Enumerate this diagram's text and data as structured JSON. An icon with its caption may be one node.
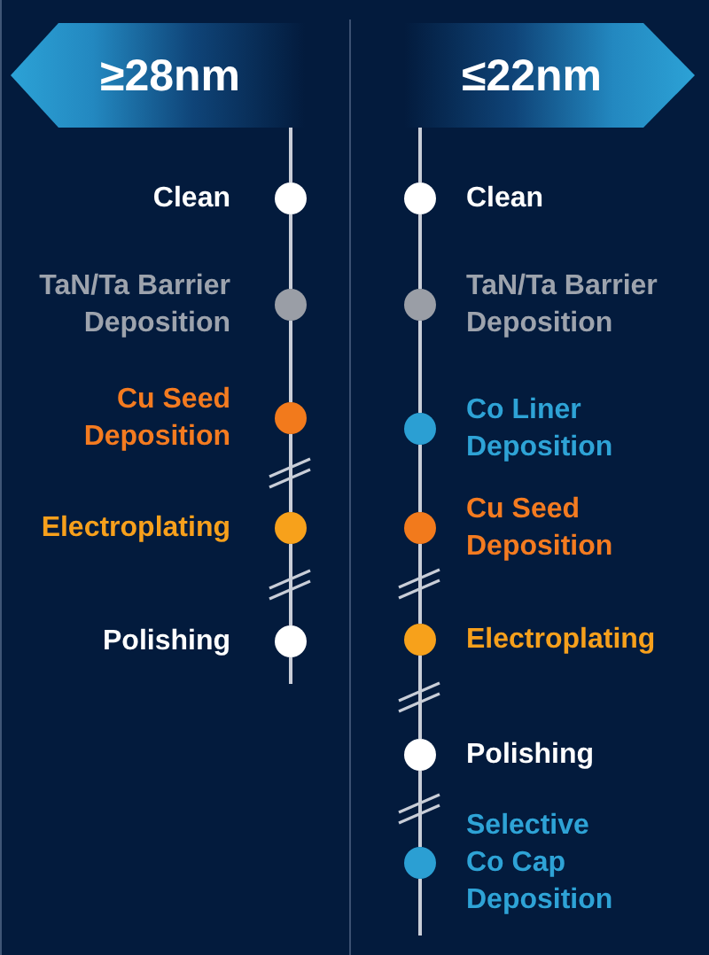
{
  "diagram": {
    "nodes": [
      {
        "text": [
          "≥28nm"
        ]
      },
      {
        "text": [],
        "shape": "circle",
        "beside": [
          "Clean"
        ]
      },
      {
        "text": [],
        "shape": "circle",
        "beside": [
          "TaN/Ta Barrier Deposition"
        ]
      },
      {
        "text": [],
        "shape": "circle",
        "beside": [
          "Cu Seed Deposition"
        ]
      },
      {
        "text": [],
        "shape": "circle",
        "beside": [
          "Electroplating"
        ]
      },
      {
        "text": [],
        "shape": "circle",
        "beside": [
          "Polishing"
        ]
      },
      {
        "text": [
          "≤22nm"
        ]
      },
      {
        "text": [],
        "shape": "circle",
        "beside": [
          "Clean"
        ]
      },
      {
        "text": [],
        "shape": "circle",
        "beside": [
          "TaN/Ta Barrier Deposition"
        ]
      },
      {
        "text": [],
        "shape": "circle",
        "beside": [
          "Co Liner Deposition"
        ]
      },
      {
        "text": [],
        "shape": "circle",
        "beside": [
          "Cu Seed Deposition"
        ]
      },
      {
        "text": [],
        "shape": "circle",
        "beside": [
          "Electroplating"
        ]
      },
      {
        "text": [],
        "shape": "circle",
        "beside": [
          "Polishing"
        ]
      },
      {
        "text": [],
        "shape": "circle",
        "beside": [
          "Selective Co Cap Deposition"
        ]
      }
    ],
    "edges": [
      {
        "from": 0,
        "to": 1,
        "arrow": "none"
      },
      {
        "from": 1,
        "to": 2,
        "arrow": "none"
      },
      {
        "from": 2,
        "to": 3,
        "arrow": "none"
      },
      {
        "from": 3,
        "to": 4,
        "arrow": "none"
      },
      {
        "from": 4,
        "to": 5,
        "arrow": "none"
      },
      {
        "from": 5,
        "to": null,
        "arrow": "none"
      },
      {
        "from": 6,
        "to": 7,
        "arrow": "none"
      },
      {
        "from": 7,
        "to": 8,
        "arrow": "none"
      },
      {
        "from": 8,
        "to": 9,
        "arrow": "none"
      },
      {
        "from": 9,
        "to": 10,
        "arrow": "none"
      },
      {
        "from": 10,
        "to": 11,
        "arrow": "none"
      },
      {
        "from": 11,
        "to": 12,
        "arrow": "none"
      },
      {
        "from": 12,
        "to": 13,
        "arrow": "none"
      },
      {
        "from": 13,
        "to": null,
        "arrow": "none"
      }
    ]
  }
}
